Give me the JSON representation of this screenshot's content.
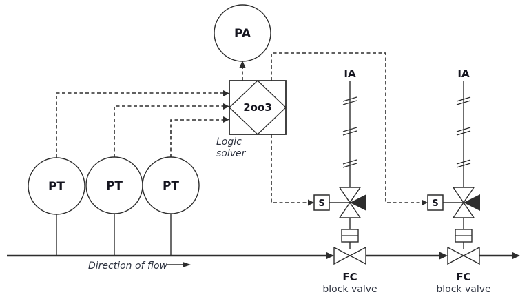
{
  "diagram": {
    "colors": {
      "line": "#2d2d2d",
      "label_text": "#15151f",
      "caption_text": "#2e3340",
      "background": "#ffffff"
    },
    "alarm": {
      "label": "PA"
    },
    "logic_solver": {
      "label": "2oo3",
      "caption_line1": "Logic",
      "caption_line2": "solver"
    },
    "transmitters": [
      {
        "label": "PT"
      },
      {
        "label": "PT"
      },
      {
        "label": "PT"
      }
    ],
    "air_supplies": [
      {
        "label": "IA"
      },
      {
        "label": "IA"
      }
    ],
    "solenoids": [
      {
        "label": "S"
      },
      {
        "label": "S"
      }
    ],
    "block_valves": [
      {
        "label": "FC",
        "caption": "block valve"
      },
      {
        "label": "FC",
        "caption": "block valve"
      }
    ],
    "flow_caption": "Direction of flow"
  }
}
